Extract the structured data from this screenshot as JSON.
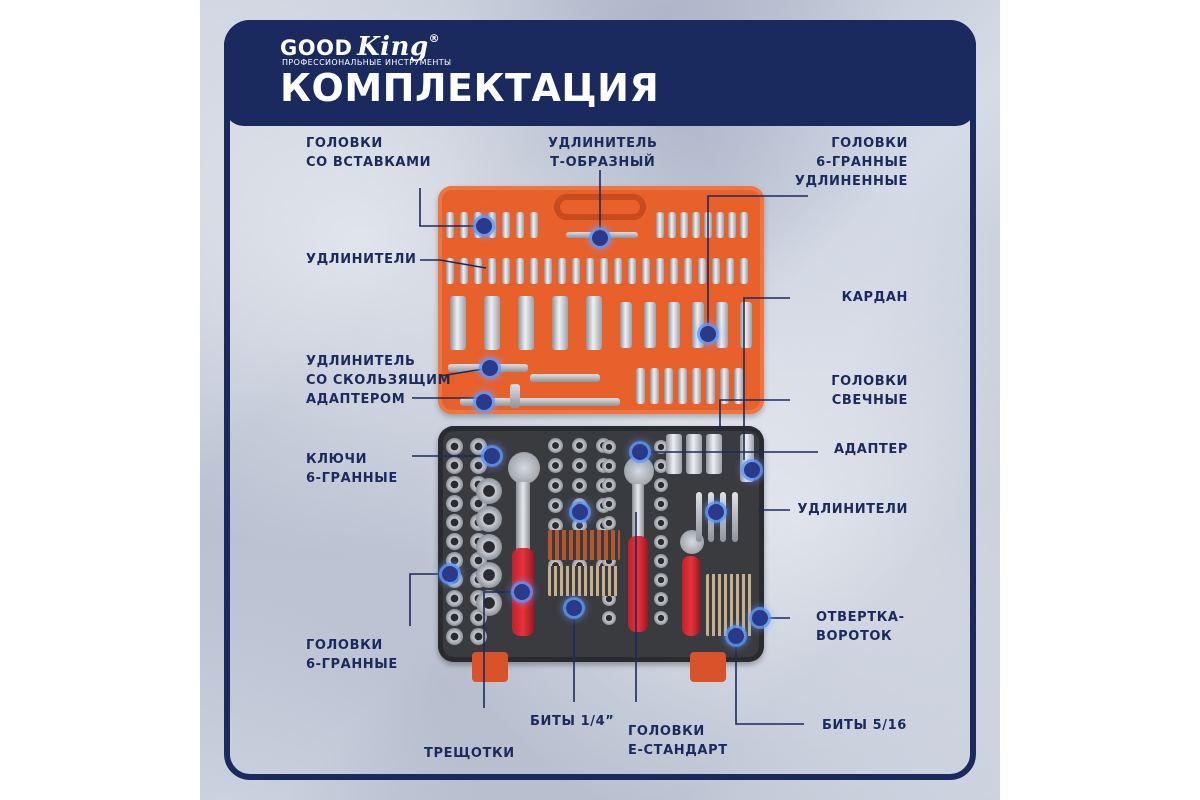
{
  "brand": {
    "good": "GOOD",
    "king": "King",
    "reg": "®",
    "tagline": "ПРОФЕССИОНАЛЬНЫЕ ИНСТРУМЕНТЫ"
  },
  "title": "КОМПЛЕКТАЦИЯ",
  "colors": {
    "navy": "#1b2a5e",
    "case_orange": "#e8602a",
    "case_dark": "#3a3b3f",
    "handle_red": "#e6333c"
  },
  "labels": {
    "golovki_vstavki": "ГОЛОВКИ\nСО ВСТАВКАМИ",
    "udlinitel_t": "УДЛИНИТЕЛЬ\nТ-ОБРАЗНЫЙ",
    "golovki_6_udl": "ГОЛОВКИ\n6-ГРАННЫЕ\nУДЛИНЕННЫЕ",
    "udliniteli_top": "УДЛИНИТЕЛИ",
    "kardan": "КАРДАН",
    "udlinitel_skolz": "УДЛИНИТЕЛЬ\nСО СКОЛЬЗЯЩИМ\nАДАПТЕРОМ",
    "golovki_svechnye": "ГОЛОВКИ\nСВЕЧНЫЕ",
    "klyuchi_6": "КЛЮЧИ\n6-ГРАННЫЕ",
    "adapter": "АДАПТЕР",
    "udliniteli_bottom": "УДЛИНИТЕЛИ",
    "otvertka": "ОТВЕРТКА-\nВОРОТОК",
    "golovki_6": "ГОЛОВКИ\n6-ГРАННЫЕ",
    "bity_14": "БИТЫ 1/4”",
    "golovki_e": "ГОЛОВКИ\nЕ-СТАНДАРТ",
    "bity_516": "БИТЫ 5/16",
    "treschotki": "ТРЕЩОТКИ"
  }
}
